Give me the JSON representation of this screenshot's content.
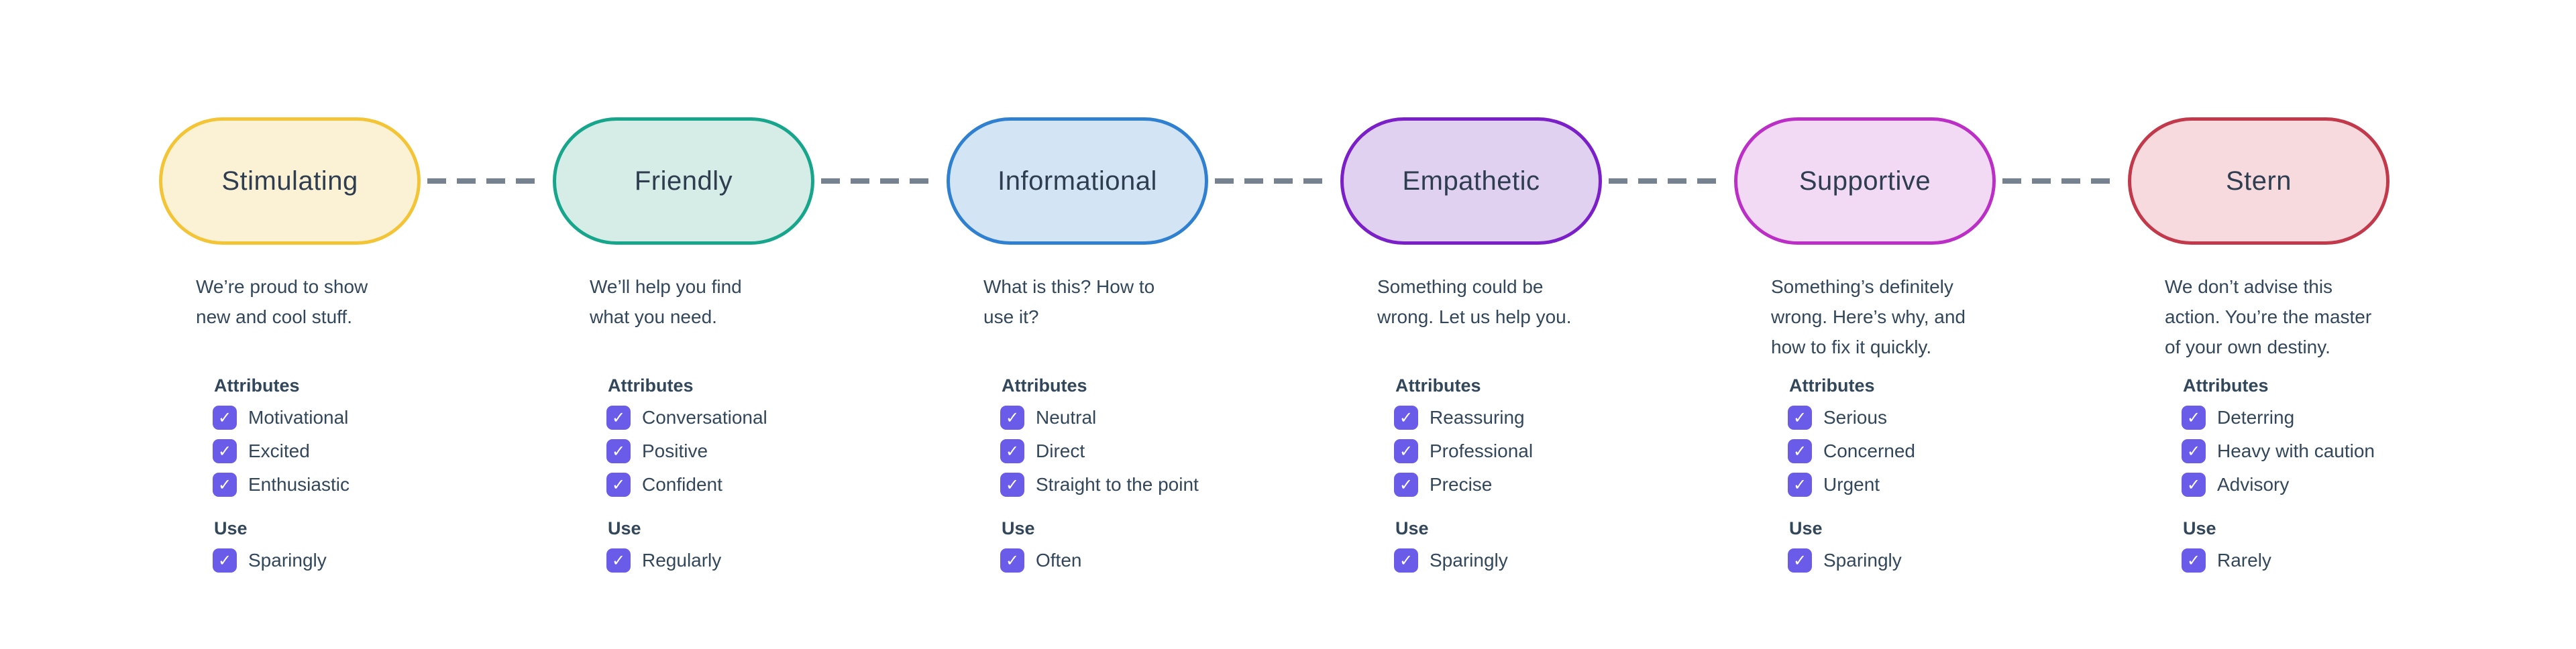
{
  "canvas": {
    "background": "#FFFFFF"
  },
  "connector": {
    "color": "#76828F",
    "style": "dashed"
  },
  "checkbox": {
    "color": "#6A5CE8",
    "check_glyph": "✓",
    "checked": true
  },
  "text": {
    "title_color": "#2E3E50",
    "body_color": "#33475B"
  },
  "tones": [
    {
      "name": "Stimulating",
      "pill_border": "#F3C436",
      "pill_fill": "#FBF2D6",
      "description": "We’re proud to show new and cool stuff.",
      "attributes_label": "Attributes",
      "attributes": [
        "Motivational",
        "Excited",
        "Enthusiastic"
      ],
      "use_label": "Use",
      "use": [
        "Sparingly"
      ]
    },
    {
      "name": "Friendly",
      "pill_border": "#17A68C",
      "pill_fill": "#D5ECE7",
      "description": "We’ll help you find what you need.",
      "attributes_label": "Attributes",
      "attributes": [
        "Conversational",
        "Positive",
        "Confident"
      ],
      "use_label": "Use",
      "use": [
        "Regularly"
      ]
    },
    {
      "name": "Informational",
      "pill_border": "#2F80D0",
      "pill_fill": "#D3E4F5",
      "description": "What is this? How to use it?",
      "attributes_label": "Attributes",
      "attributes": [
        "Neutral",
        "Direct",
        "Straight to the point"
      ],
      "use_label": "Use",
      "use": [
        "Often"
      ]
    },
    {
      "name": "Empathetic",
      "pill_border": "#7B1FC9",
      "pill_fill": "#E1D1F0",
      "description": "Something could be wrong. Let us help you.",
      "attributes_label": "Attributes",
      "attributes": [
        "Reassuring",
        "Professional",
        "Precise"
      ],
      "use_label": "Use",
      "use": [
        "Sparingly"
      ]
    },
    {
      "name": "Supportive",
      "pill_border": "#BC2FC6",
      "pill_fill": "#F3DAF4",
      "description": "Something’s definitely wrong. Here’s why, and how to fix it quickly.",
      "attributes_label": "Attributes",
      "attributes": [
        "Serious",
        "Concerned",
        "Urgent"
      ],
      "use_label": "Use",
      "use": [
        "Sparingly"
      ]
    },
    {
      "name": "Stern",
      "pill_border": "#C2394B",
      "pill_fill": "#F7DADE",
      "description": "We don’t advise this action. You’re the master of your own destiny.",
      "attributes_label": "Attributes",
      "attributes": [
        "Deterring",
        "Heavy with caution",
        "Advisory"
      ],
      "use_label": "Use",
      "use": [
        "Rarely"
      ]
    }
  ]
}
